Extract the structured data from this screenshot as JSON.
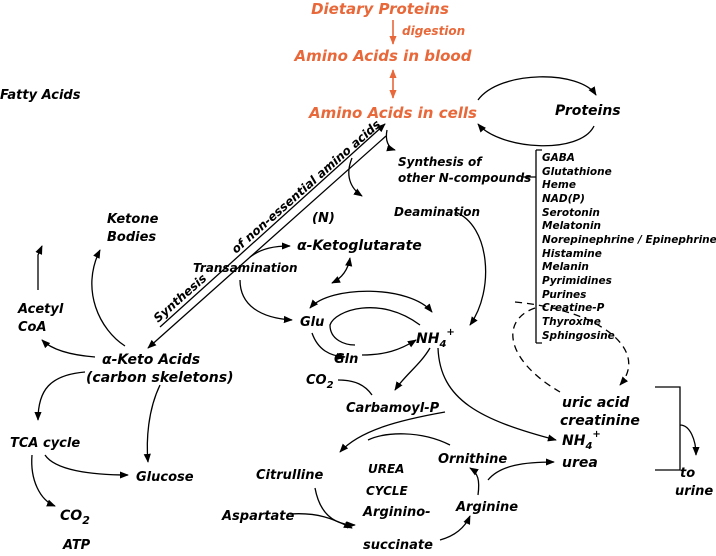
{
  "top": {
    "dietary_proteins": "Dietary Proteins",
    "digestion": "digestion",
    "amino_blood": "Amino Acids in blood",
    "amino_cells": "Amino Acids in cells",
    "proteins": "Proteins",
    "accent_color": "#e8683a"
  },
  "synthesis": {
    "line1": "Synthesis of",
    "line2": "other N-compounds",
    "items": [
      "GABA",
      "Glutathione",
      "Heme",
      "NAD(P)",
      "Serotonin",
      "Melatonin",
      "Norepinephrine / Epinephrine",
      "Histamine",
      "Melanin",
      "Pyrimidines",
      "Purines",
      "Creatine-P",
      "Thyroxine",
      "Sphingosine"
    ]
  },
  "diagonal": {
    "part1": "Synthesis",
    "part2": "of non-essential amino acids"
  },
  "middle": {
    "deamination": "Deamination",
    "n": "(N)",
    "akg": "α-Ketoglutarate",
    "transamination": "Transamination",
    "glu": "Glu",
    "gln": "Gln",
    "nh4": "NH",
    "nh4_sub": "4",
    "nh4_sup": "+",
    "co2": "CO",
    "co2_sub": "2",
    "carbamoyl": "Carbamoyl-P"
  },
  "left": {
    "fatty_acids": "Fatty Acids",
    "ketone1": "Ketone",
    "ketone2": "Bodies",
    "acetyl1": "Acetyl",
    "acetyl2": "CoA",
    "keto1": "α-Keto Acids",
    "keto2": "(carbon skeletons)",
    "tca": "TCA cycle",
    "glucose": "Glucose",
    "co2": "CO",
    "co2_sub": "2",
    "atp": "ATP"
  },
  "urea": {
    "citrulline": "Citrulline",
    "urea1": "UREA",
    "urea2": "CYCLE",
    "ornithine": "Ornithine",
    "arginine": "Arginine",
    "aspartate": "Aspartate",
    "arg1": "Arginino-",
    "arg2": "succinate"
  },
  "excretion": {
    "uric": "uric acid",
    "creatinine": "creatinine",
    "nh4": "NH",
    "nh4_sub": "4",
    "nh4_sup": "+",
    "urea": "urea",
    "to": "to",
    "urine": "urine"
  }
}
